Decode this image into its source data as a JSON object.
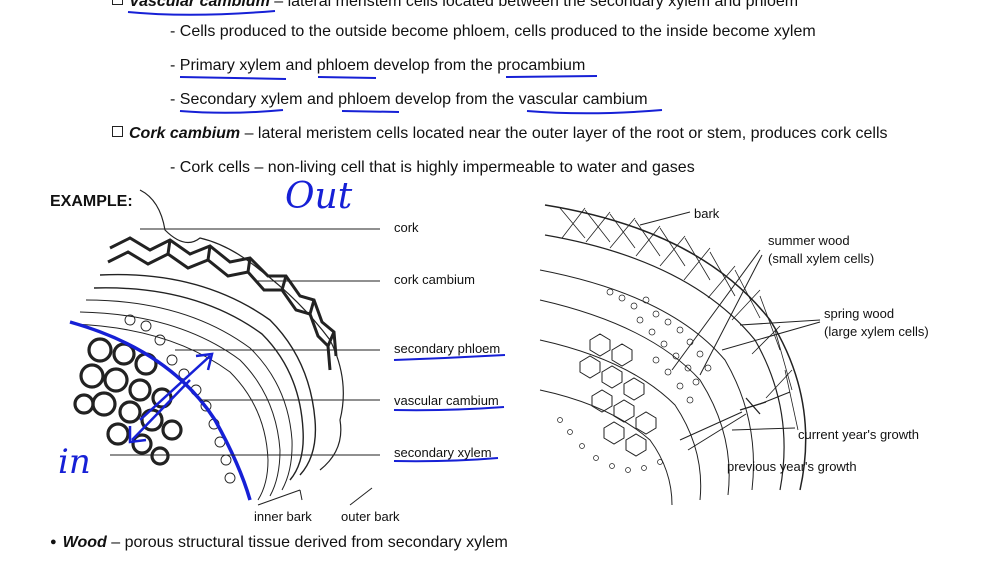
{
  "notes": {
    "vascular": {
      "term": "Vascular cambium",
      "rest": " – lateral meristem cells located between the secondary xylem and phloem",
      "sub1": "- Cells produced to the outside become phloem, cells produced to the inside become xylem",
      "sub2": "- Primary xylem and phloem develop from the procambium",
      "sub3": "- Secondary xylem and phloem develop from the vascular cambium"
    },
    "cork": {
      "term": "Cork cambium",
      "rest": " – lateral meristem cells located near the outer layer of the root or stem, produces cork cells",
      "sub1": "- Cork cells – non-living cell that is highly impermeable to water and gases"
    },
    "example": "EXAMPLE:",
    "wood": {
      "bullet": "●",
      "term": "Wood",
      "rest": " – porous structural tissue derived from secondary xylem"
    }
  },
  "left_diagram": {
    "labels": [
      "cork",
      "cork cambium",
      "secondary phloem",
      "vascular cambium",
      "secondary xylem"
    ],
    "bottom_labels": [
      "inner bark",
      "outer bark"
    ]
  },
  "right_diagram": {
    "labels": {
      "bark": "bark",
      "summer1": "summer wood",
      "summer2": "(small xylem cells)",
      "spring1": "spring wood",
      "spring2": "(large xylem cells)",
      "current": "current year's growth",
      "previous": "previous year's growth"
    }
  },
  "handwriting": {
    "out": "Out",
    "in": "in"
  },
  "colors": {
    "ink": "#1620d6",
    "text": "#111111"
  }
}
